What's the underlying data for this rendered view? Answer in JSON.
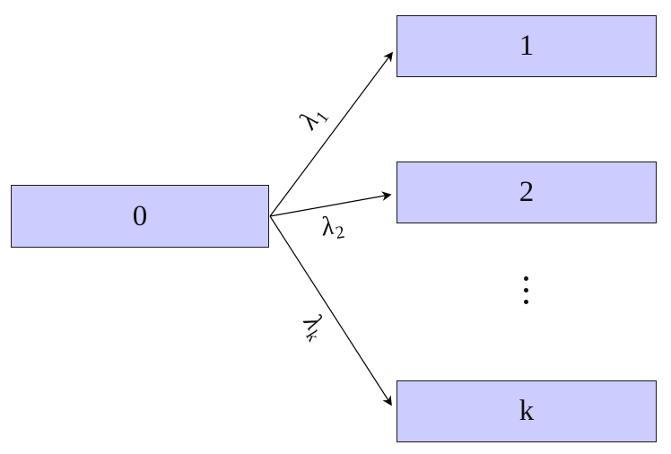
{
  "diagram": {
    "type": "state-transition-diagram",
    "background_color": "#ffffff",
    "node_fill_color": "#ccccff",
    "node_border_color": "#1a1a1a",
    "arrow_color": "#000000",
    "text_color": "#111111",
    "nodes": [
      {
        "id": "0",
        "label": "0"
      },
      {
        "id": "1",
        "label": "1"
      },
      {
        "id": "2",
        "label": "2"
      },
      {
        "id": "k",
        "label": "k"
      }
    ],
    "edges": [
      {
        "from": "0",
        "to": "1",
        "rate_symbol": "λ",
        "rate_sub": "1"
      },
      {
        "from": "0",
        "to": "2",
        "rate_symbol": "λ",
        "rate_sub": "2"
      },
      {
        "from": "0",
        "to": "k",
        "rate_symbol": "λ",
        "rate_sub": "k"
      }
    ],
    "ellipsis": "vertical-ellipsis-between-node-2-and-node-k"
  }
}
